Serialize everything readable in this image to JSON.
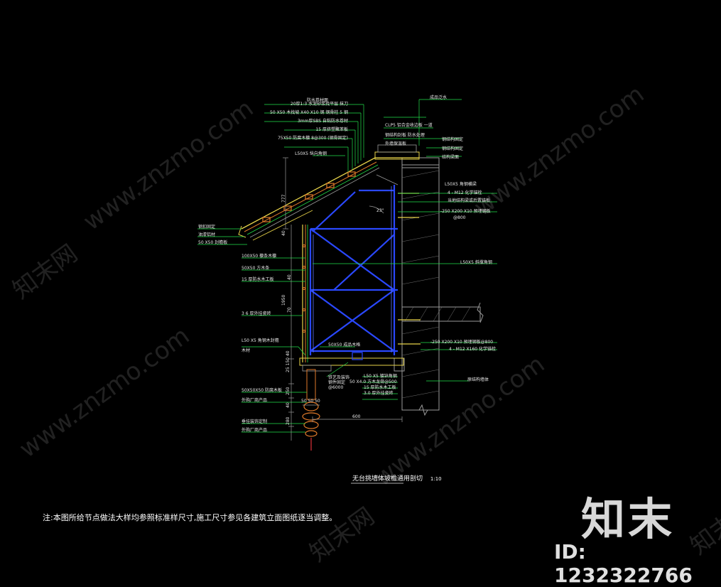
{
  "colors": {
    "background": "#000000",
    "structure_blue": "#2a48ff",
    "wall_grey": "#9a9a9a",
    "leader_green": "#22e04a",
    "finish_yellow": "#e8d44a",
    "insulation_orange": "#e07a2a",
    "text_white": "#e8e8e8"
  },
  "callouts_top": [
    "防水卷材面",
    "20厚1:3 水泥砂浆找平层 抹刀",
    "50 X50 木找坡 X40 X10 钢 钢骨柱 5 钢",
    "3mm厚SBS 自粘防水卷材",
    "15 厚挤塑聚苯板",
    "75X50 防腐木檩 8@300 (钢骨固定)",
    "L50X5 纵向角钢"
  ],
  "callouts_top_right": [
    "成品泛水",
    "CLP5 铝合金收边板 一道",
    "钢结构封板 防水处理",
    "外墙保温板",
    "钢结构固定",
    "钢结构固定",
    "结构梁面"
  ],
  "callouts_right": [
    "L50X5 角钢横梁",
    "4 - M12 化学锚栓",
    "当地结构梁或后置锚板",
    "-250 X200 X10 预埋钢板",
    "@800",
    "L50X5 斜撑角钢",
    "-250 X200 X10 预埋钢板@800",
    "4 - M12 X160 化学锚栓",
    "原结构墙体"
  ],
  "callouts_left": [
    "钢扣固定",
    "油漆铝材",
    "50 X50  封檐板",
    "100X50  檩条木檩",
    "50X50  方木条",
    "15 厚防水木工板",
    "3 6  厚外挂瓷砖",
    "L50 X5 角钢木封檐",
    "木材",
    "50X50X50 防腐木板",
    "外购厂商产品",
    "垂挂装饰定制",
    "外购厂商产品"
  ],
  "callouts_bottom": [
    "50X50  成品木格",
    "L50 X5 镀锌角钢",
    "50 X4.0 方木龙骨@500",
    "15 厚防水木工板",
    "3.0 厚外挂瓷砖",
    "铁艺及装饰",
    "钢件固定",
    "@6000"
  ],
  "dimensions": {
    "roof_height": "777",
    "roof_run": "40",
    "wall_height": "1950",
    "lower_a": "70",
    "lower_b": "40",
    "eave_stack": "25 150 40",
    "base_a": "250",
    "base_b": "40",
    "base_c": "280",
    "bottom_pair": "50 50 50",
    "width_600": "600",
    "angle": "23°"
  },
  "title": {
    "text": "无台挑墙体坡檐通用剖切",
    "scale": "1:10"
  },
  "note": "注:本图所给节点做法大样均参照标准样尺寸,施工尺寸参见各建筑立面图纸逐当调整。",
  "watermark": {
    "url_text": "www.znzmo.com",
    "site_text": "知末网",
    "brand": "知末",
    "id_label": "ID: 1232322766"
  }
}
